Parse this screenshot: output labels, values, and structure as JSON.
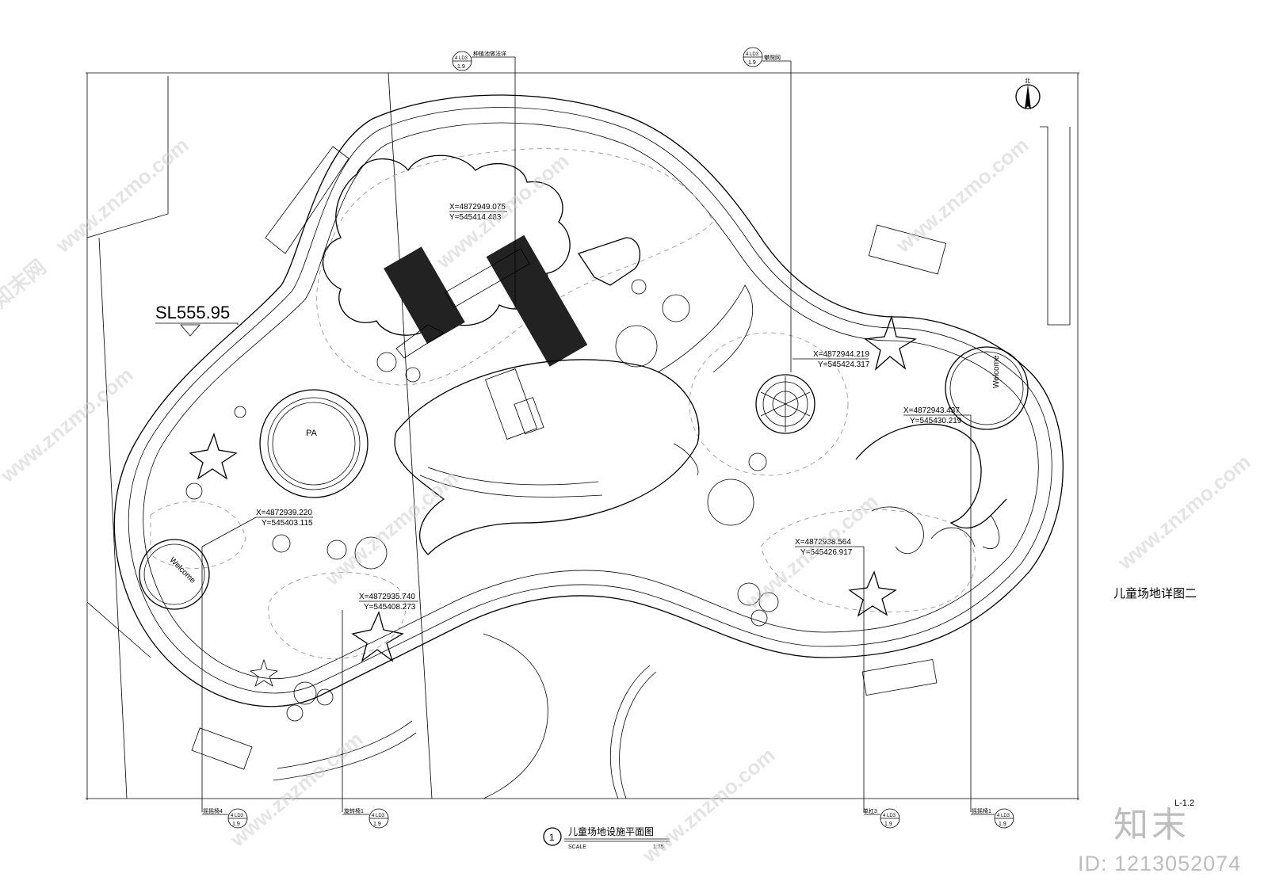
{
  "drawing": {
    "elevation_label": "SL555.95",
    "pa_label": "PA",
    "welcome_text": "Welcome",
    "side_title": "儿童场地详图二",
    "sheet_number": "L-1.2",
    "north_symbol": "北",
    "watermark": "www.znzmo.com",
    "watermark_brand": "知末网",
    "brand": "知末",
    "image_id": "ID: 1213052074"
  },
  "title_block": {
    "number": "1",
    "title": "儿童场地设施平面图",
    "scale_label": "SCALE",
    "scale_value": "1:75"
  },
  "coordinates": [
    {
      "x": "X=4872949.075",
      "y": "Y=545414.483"
    },
    {
      "x": "X=4872944.219",
      "y": "Y=545424.317"
    },
    {
      "x": "X=4872943.437",
      "y": "Y=545430.219"
    },
    {
      "x": "X=4872939.220",
      "y": "Y=545403.115"
    },
    {
      "x": "X=4872938.564",
      "y": "Y=545426.917"
    },
    {
      "x": "X=4872935.740",
      "y": "Y=545408.273"
    }
  ],
  "detail_tags": [
    {
      "label": "种植池做法详",
      "ref": "4 LD3",
      "sheet": "1.9"
    },
    {
      "label": "攀爬网",
      "ref": "4 LD3",
      "sheet": "1.9"
    },
    {
      "label": "摇摇椅4",
      "ref": "4 LD3",
      "sheet": "1.9"
    },
    {
      "label": "旋转椅1",
      "ref": "4 LD3",
      "sheet": "1.9"
    },
    {
      "label": "单杠3",
      "ref": "4 LD3",
      "sheet": "1.9"
    },
    {
      "label": "摇摇椅1",
      "ref": "4 LD3",
      "sheet": "1.9"
    }
  ]
}
